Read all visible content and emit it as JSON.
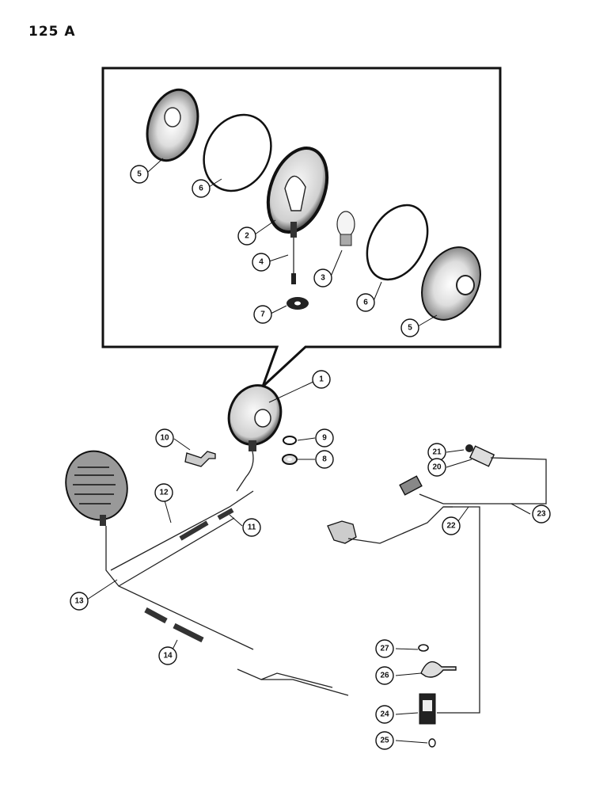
{
  "page": {
    "title": "125 A"
  },
  "callouts": [
    {
      "id": "c5a",
      "label": "5"
    },
    {
      "id": "c6a",
      "label": "6"
    },
    {
      "id": "c2",
      "label": "2"
    },
    {
      "id": "c4",
      "label": "4"
    },
    {
      "id": "c3",
      "label": "3"
    },
    {
      "id": "c6b",
      "label": "6"
    },
    {
      "id": "c5b",
      "label": "5"
    },
    {
      "id": "c7",
      "label": "7"
    },
    {
      "id": "c1",
      "label": "1"
    },
    {
      "id": "c10",
      "label": "10"
    },
    {
      "id": "c9",
      "label": "9"
    },
    {
      "id": "c8",
      "label": "8"
    },
    {
      "id": "c21",
      "label": "21"
    },
    {
      "id": "c20",
      "label": "20"
    },
    {
      "id": "c12",
      "label": "12"
    },
    {
      "id": "c11",
      "label": "11"
    },
    {
      "id": "c22",
      "label": "22"
    },
    {
      "id": "c23",
      "label": "23"
    },
    {
      "id": "c13",
      "label": "13"
    },
    {
      "id": "c14",
      "label": "14"
    },
    {
      "id": "c27",
      "label": "27"
    },
    {
      "id": "c26",
      "label": "26"
    },
    {
      "id": "c24",
      "label": "24"
    },
    {
      "id": "c25",
      "label": "25"
    }
  ]
}
